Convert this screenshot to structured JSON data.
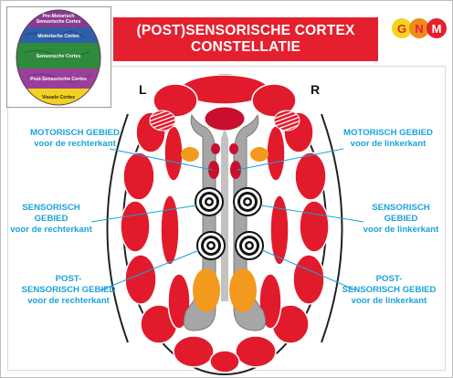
{
  "title": {
    "line1": "(POST)SENSORISCHE CORTEX",
    "line2": "CONSTELLATIE"
  },
  "logo": {
    "letters": [
      "G",
      "N",
      "M"
    ],
    "colors": [
      "#f4d31c",
      "#f08a1a",
      "#e5202e"
    ]
  },
  "brain_thumbnail": {
    "bands": [
      {
        "label_line1": "Pre-Motorisch",
        "label_line2": "Sensorische Cortex",
        "color": "#8a3a8f"
      },
      {
        "label_line1": "Motorische Cortex",
        "label_line2": "",
        "color": "#2e5fa8"
      },
      {
        "label_line1": "Sensorische Cortex",
        "label_line2": "",
        "color": "#2e8b3c"
      },
      {
        "label_line1": "Post-Sensorische Cortex",
        "label_line2": "",
        "color": "#9b3f9b"
      },
      {
        "label_line1": "Visuele Cortex",
        "label_line2": "",
        "color": "#f2d21e"
      }
    ]
  },
  "sides": {
    "left": "L",
    "right": "R"
  },
  "labels": {
    "motor_left": {
      "line1": "MOTORISCH GEBIED",
      "line2": "voor de rechterkant"
    },
    "motor_right": {
      "line1": "MOTORISCH GEBIED",
      "line2": "voor de linkerkant"
    },
    "sensory_left": {
      "line1": "SENSORISCH",
      "line2": "GEBIED",
      "line3": "voor de rechterkant"
    },
    "sensory_right": {
      "line1": "SENSORISCH",
      "line2": "GEBIED",
      "line3": "voor de linkerkant"
    },
    "post_left": {
      "line1": "POST-",
      "line2": "SENSORISCH GEBIED",
      "line3": "voor de rechterkant"
    },
    "post_right": {
      "line1": "POST-",
      "line2": "SENSORISCH GEBIED",
      "line3": "voor de linkerkant"
    }
  },
  "colors": {
    "cortex_red": "#e11b2c",
    "dark_red": "#c8102e",
    "orange": "#f39a1e",
    "grey_ventricle": "#a6a6a6",
    "label_blue": "#1aa2db"
  }
}
